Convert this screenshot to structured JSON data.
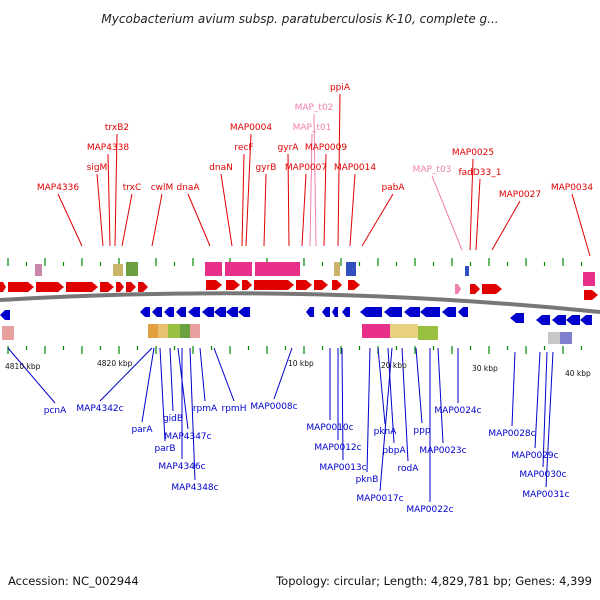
{
  "title": "Mycobacterium avium subsp. paratuberculosis K-10, complete g...",
  "footer": {
    "accession": "Accession: NC_002944",
    "summary": "Topology: circular; Length: 4,829,781 bp; Genes: 4,399"
  },
  "colors": {
    "forward_gene": "#e00000",
    "forward_rna": "#f080b0",
    "reverse_gene": "#0000cc",
    "feature_magenta": "#e8308a",
    "backbone": "#777777",
    "tick_green": "#008800"
  },
  "ticks": [
    "4810 kbp",
    "4820 kbp",
    "10 kbp",
    "20 kbp",
    "30 kbp",
    "40 kbp"
  ],
  "forward_labels": [
    "MAP4336",
    "trxB2",
    "MAP4338",
    "sigM",
    "trxC",
    "cwlM",
    "dnaA",
    "dnaN",
    "MAP0004",
    "recF",
    "gyrB",
    "gyrA",
    "MAP0007",
    "MAP_t02",
    "MAP_t01",
    "MAP0009",
    "ppiA",
    "MAP0014",
    "pabA",
    "MAP_t03",
    "MAP0025",
    "fadD33_1",
    "MAP0027",
    "MAP0034"
  ],
  "reverse_labels": [
    "pcnA",
    "MAP4342c",
    "parA",
    "parB",
    "gidB",
    "MAP4347c",
    "MAP4346c",
    "MAP4348c",
    "rpmA",
    "rpmH",
    "MAP0008c",
    "MAP0010c",
    "MAP0012c",
    "MAP0013c",
    "pknB",
    "pknA",
    "pbpA",
    "MAP0017c",
    "rodA",
    "ppp",
    "MAP0022c",
    "MAP0023c",
    "MAP0024c",
    "MAP0028c",
    "MAP0029c",
    "MAP0030c",
    "MAP0031c"
  ]
}
